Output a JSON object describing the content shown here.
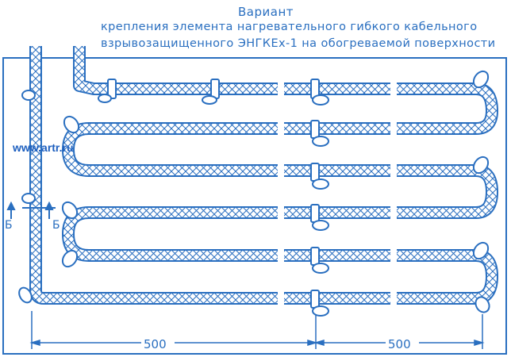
{
  "title": {
    "line1": "Вариант",
    "line2": "крепления элемента нагревательного гибкого кабельного",
    "line3": "взрывозащищенного ЭНГКЕх-1 на обогреваемой поверхности"
  },
  "watermark": "www.artr.ru",
  "section_mark": {
    "left": "Б",
    "right": "Б"
  },
  "dimensions": [
    {
      "label": "500"
    },
    {
      "label": "500"
    }
  ],
  "colors": {
    "ink": "#2a6fc0",
    "background": "#ffffff",
    "watermark": "#1d5fbf"
  }
}
